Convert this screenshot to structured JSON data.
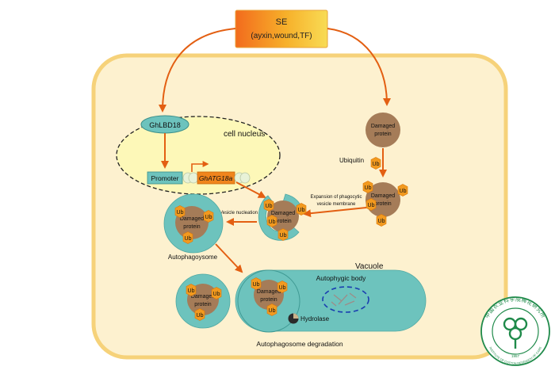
{
  "source_box": {
    "title": "SE",
    "subtitle": "(ayxin,wound,TF)"
  },
  "nucleus": {
    "label": "cell nucleus",
    "factor": "GhLBD18",
    "promoter": "Promoter",
    "gene": "GhATG18a"
  },
  "labels": {
    "damaged_line1": "Damaged",
    "damaged_line2": "protein",
    "ub": "Ub",
    "ubiquitin": "Ubiquitin",
    "expansion_line1": "Expansion of phagocytic",
    "expansion_line2": "vesicle membrane",
    "vesicle_nucleation": "Vesicle nucleation",
    "autophagosome": "Autophagoysome",
    "vacuole": "Vacuole",
    "autophagic_body": "Autophygic body",
    "hydrolase": "Hydrolase",
    "degradation": "Autophagosome degradation"
  },
  "logo": {
    "text_cn": "中国农业科学院棉花研究所",
    "text_en": "INSTITUTE OF COTTON RESEARCH OF CAAS",
    "year": "1957"
  },
  "colors": {
    "cell_fill": "#fdf1cf",
    "cell_stroke": "#f6d27a",
    "nucleus_fill": "#fdf8b8",
    "protein": "#a57c58",
    "ub": "#f29a1f",
    "membrane": "#6dc3bd",
    "arrow": "#e35f12",
    "logo_green": "#1f8a4a"
  }
}
